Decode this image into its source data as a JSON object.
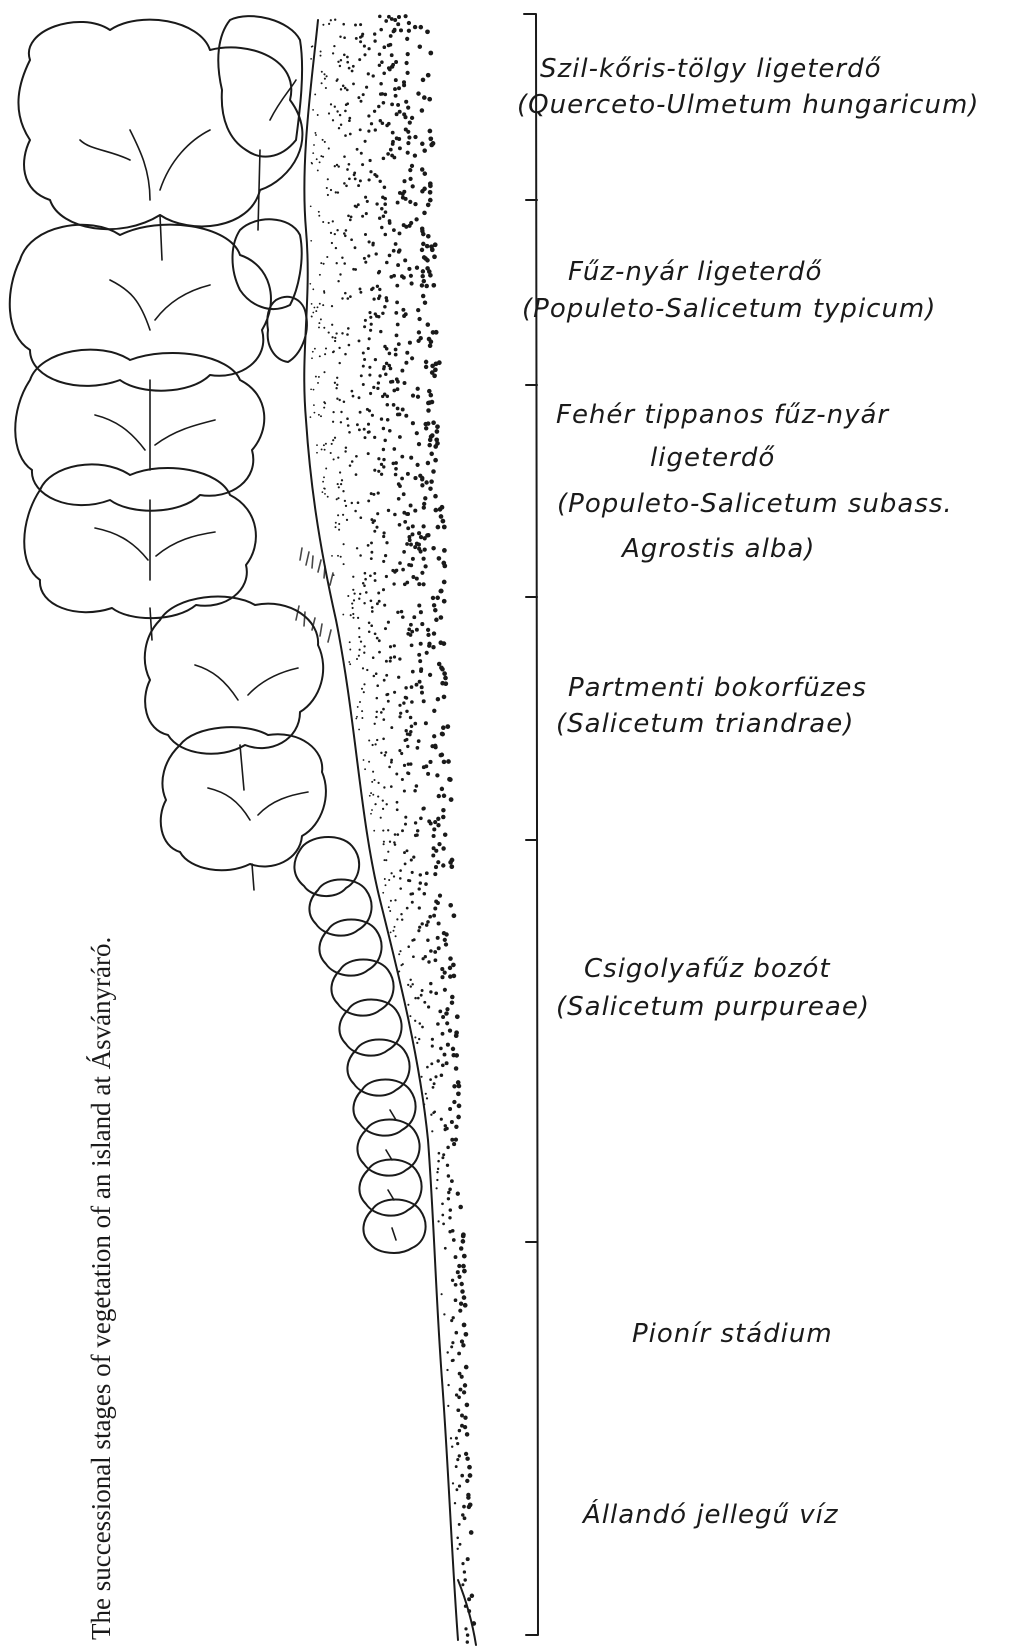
{
  "caption": "The successional stages of vegetation of an island at Ásványráró.",
  "stages": [
    {
      "id": "szil",
      "lines": [
        "Szil-kőris-tölgy ligeterdő",
        "(Querceto-Ulmetum hungaricum)"
      ]
    },
    {
      "id": "fuz-nyar",
      "lines": [
        "Fűz-nyár ligeterdő",
        "(Populeto-Salicetum typicum)"
      ]
    },
    {
      "id": "feher-tippanos",
      "lines": [
        "Fehér tippanos fűz-nyár",
        "ligeterdő",
        "(Populeto-Salicetum subass.",
        "Agrostis alba)"
      ]
    },
    {
      "id": "partmenti",
      "lines": [
        "Partmenti bokorfüzes",
        "(Salicetum triandrae)"
      ]
    },
    {
      "id": "csigolyafuz",
      "lines": [
        "Csigolyafűz bozót",
        "(Salicetum purpureae)"
      ]
    },
    {
      "id": "pionir",
      "lines": [
        "Pionír stádium"
      ]
    },
    {
      "id": "allando",
      "lines": [
        "Állandó jellegű víz"
      ]
    }
  ]
}
